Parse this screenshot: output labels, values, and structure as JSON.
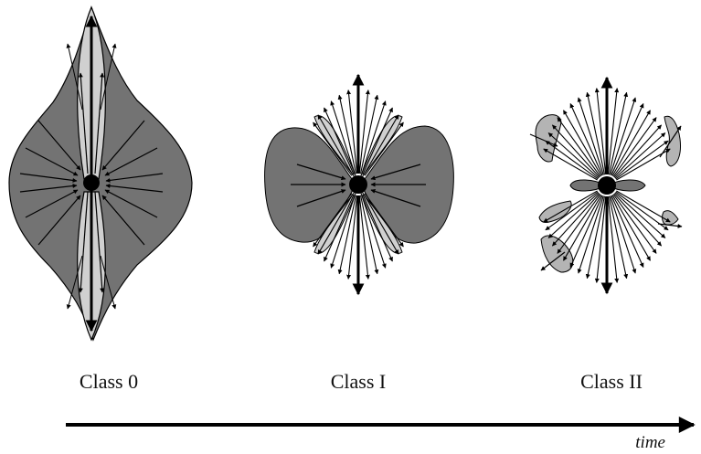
{
  "stages": [
    {
      "label": "Class 0"
    },
    {
      "label": "Class I"
    },
    {
      "label": "Class II"
    }
  ],
  "timeline": {
    "label": "time"
  },
  "colors": {
    "envelope": "#737373",
    "cavity": "#d0d0d0",
    "outline": "#000000",
    "protostar": "#000000",
    "background": "#ffffff"
  }
}
